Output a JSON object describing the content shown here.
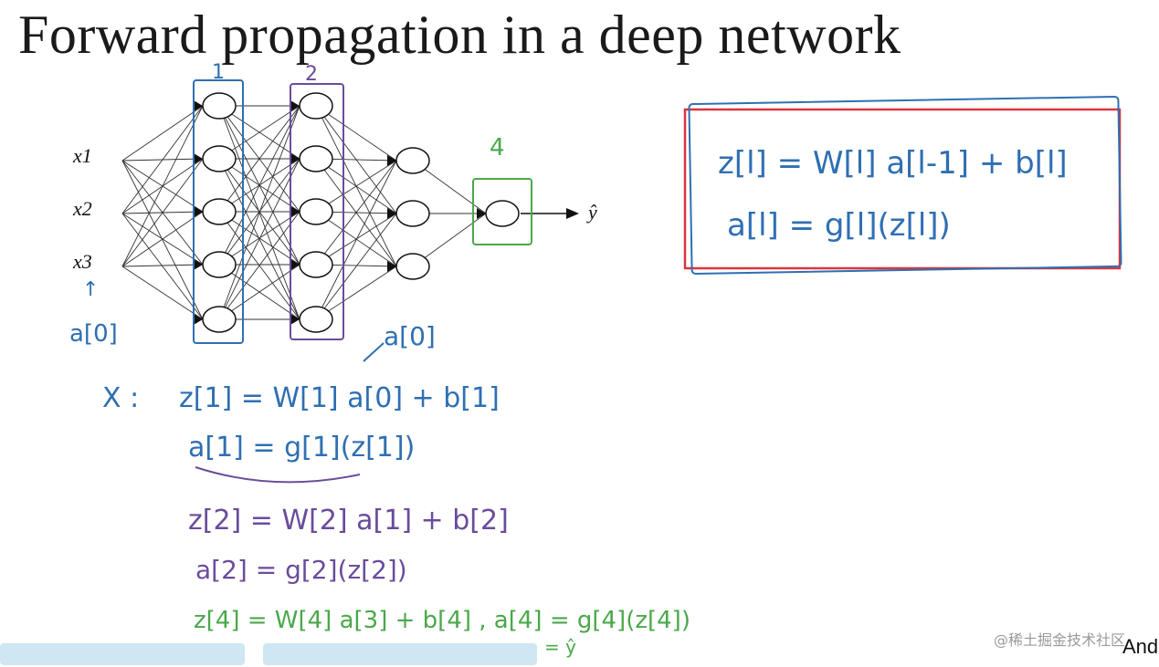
{
  "title": "Forward propagation in a deep network",
  "inputs": {
    "x1": "x1",
    "x2": "x2",
    "x3": "x3",
    "output": "ŷ"
  },
  "layer_labels": {
    "l1": "1",
    "l2": "2",
    "l4": "4"
  },
  "network": {
    "layer_sizes": [
      3,
      5,
      5,
      3,
      1
    ]
  },
  "annotations": {
    "a0": "a[0]",
    "a0_top": "a[0]"
  },
  "handwritten": {
    "line1_prefix": "X :",
    "line1": "z[1] = W[1] a[0] + b[1]",
    "line2": "a[1] = g[1](z[1])",
    "line3": "z[2] = W[2] a[1] + b[2]",
    "line4": "a[2] = g[2](z[2])",
    "line5": "z[4] = W[4] a[3] + b[4] ,  a[4] = g[4](z[4])",
    "line5_sub": "= ŷ"
  },
  "general": {
    "z": "z[l] = W[l] a[l-1] + b[l]",
    "a": "a[l] = g[l](z[l])"
  },
  "watermark": "@稀土掘金技术社区",
  "author": "And",
  "colors": {
    "blue": "#2f6fb2",
    "purple": "#6a4c9c",
    "green": "#4aa84a",
    "red": "#d9363e"
  }
}
